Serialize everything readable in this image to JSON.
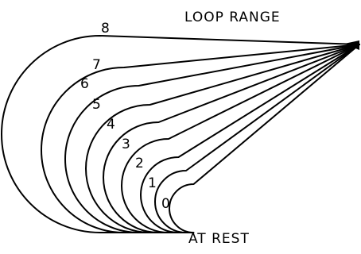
{
  "title": "LOOP RANGE",
  "rest_label": "AT REST",
  "loops": [
    {
      "label": "0"
    },
    {
      "label": "1"
    },
    {
      "label": "2"
    },
    {
      "label": "3"
    },
    {
      "label": "4"
    },
    {
      "label": "5"
    },
    {
      "label": "6"
    },
    {
      "label": "7"
    },
    {
      "label": "8"
    }
  ],
  "line_color": "#000000",
  "background_color": "#ffffff"
}
